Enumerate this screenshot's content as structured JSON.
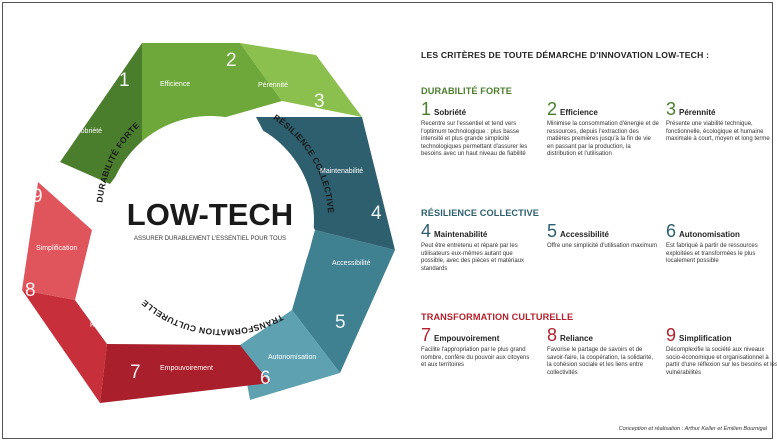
{
  "colors": {
    "green_dark": "#4a7e2d",
    "green_mid": "#6fa83a",
    "green_light": "#8bbf4e",
    "teal_dark": "#2d5f6e",
    "teal_mid": "#3f8091",
    "teal_light": "#5ea2b2",
    "red_dark": "#a91f2b",
    "red_mid": "#c72f3a",
    "red_light": "#e0555c"
  },
  "wheel": {
    "center_title": "LOW-TECH",
    "center_subtitle": "ASSURER DURABLEMENT L'ESSENTIEL POUR TOUS",
    "arc_labels": [
      "DURABILITÉ FORTE",
      "RÉSILIENCE COLLECTIVE",
      "TRANSFORMATION CULTURELLE"
    ],
    "segments": [
      {
        "num": "1",
        "label": "Sobriété"
      },
      {
        "num": "2",
        "label": "Efficience"
      },
      {
        "num": "3",
        "label": "Pérennité"
      },
      {
        "num": "4",
        "label": "Maintenabilité"
      },
      {
        "num": "5",
        "label": "Accessibilité"
      },
      {
        "num": "6",
        "label": "Autonomisation"
      },
      {
        "num": "7",
        "label": "Empouvoirement"
      },
      {
        "num": "8",
        "label": "Reliance"
      },
      {
        "num": "9",
        "label": "Simplification"
      }
    ]
  },
  "right": {
    "heading": "LES CRITÈRES DE TOUTE DÉMARCHE D'INNOVATION LOW-TECH :",
    "sections": [
      {
        "title": "DURABILITÉ FORTE",
        "items": [
          {
            "num": "1",
            "title": "Sobriété",
            "desc": "Recentre sur l'essentiel et tend vers l'optimum technologique : plus basse intensité et plus grande simplicité technologiques permettant d'assurer les besoins avec un haut niveau de fiabilité"
          },
          {
            "num": "2",
            "title": "Efficience",
            "desc": "Minimise la consommation d'énergie et de ressources, depuis l'extraction des matières premières jusqu'à la fin de vie en passant par la production, la distribution et l'utilisation"
          },
          {
            "num": "3",
            "title": "Pérennité",
            "desc": "Présente une viabilité technique, fonctionnelle, écologique et humaine maximale à court, moyen et long terme"
          }
        ]
      },
      {
        "title": "RÉSILIENCE COLLECTIVE",
        "items": [
          {
            "num": "4",
            "title": "Maintenabilité",
            "desc": "Peut être entretenu et réparé par les utilisateurs eux-mêmes autant que possible, avec des pièces et matériaux standards"
          },
          {
            "num": "5",
            "title": "Accessibilité",
            "desc": "Offre une simplicité d'utilisation maximum"
          },
          {
            "num": "6",
            "title": "Autonomisation",
            "desc": "Est fabriqué à partir de ressources exploitées et transformées le plus localement possible"
          }
        ]
      },
      {
        "title": "TRANSFORMATION CULTURELLE",
        "items": [
          {
            "num": "7",
            "title": "Empouvoirement",
            "desc": "Facilite l'appropriation par le plus grand nombre, confère du pouvoir aux citoyens et aux territoires"
          },
          {
            "num": "8",
            "title": "Reliance",
            "desc": "Favorise le partage de savoirs et de savoir-faire, la coopération, la solidarité, la cohésion sociale et les liens entre collectivités"
          },
          {
            "num": "9",
            "title": "Simplification",
            "desc": "Décomplexifie la société aux niveaux socio-économique et organisationnel à partir d'une réflexion sur les besoins et les vulnérabilités"
          }
        ]
      }
    ],
    "credit": "Conception et réalisation : Arthur Keller et Émilien Bournigal"
  }
}
